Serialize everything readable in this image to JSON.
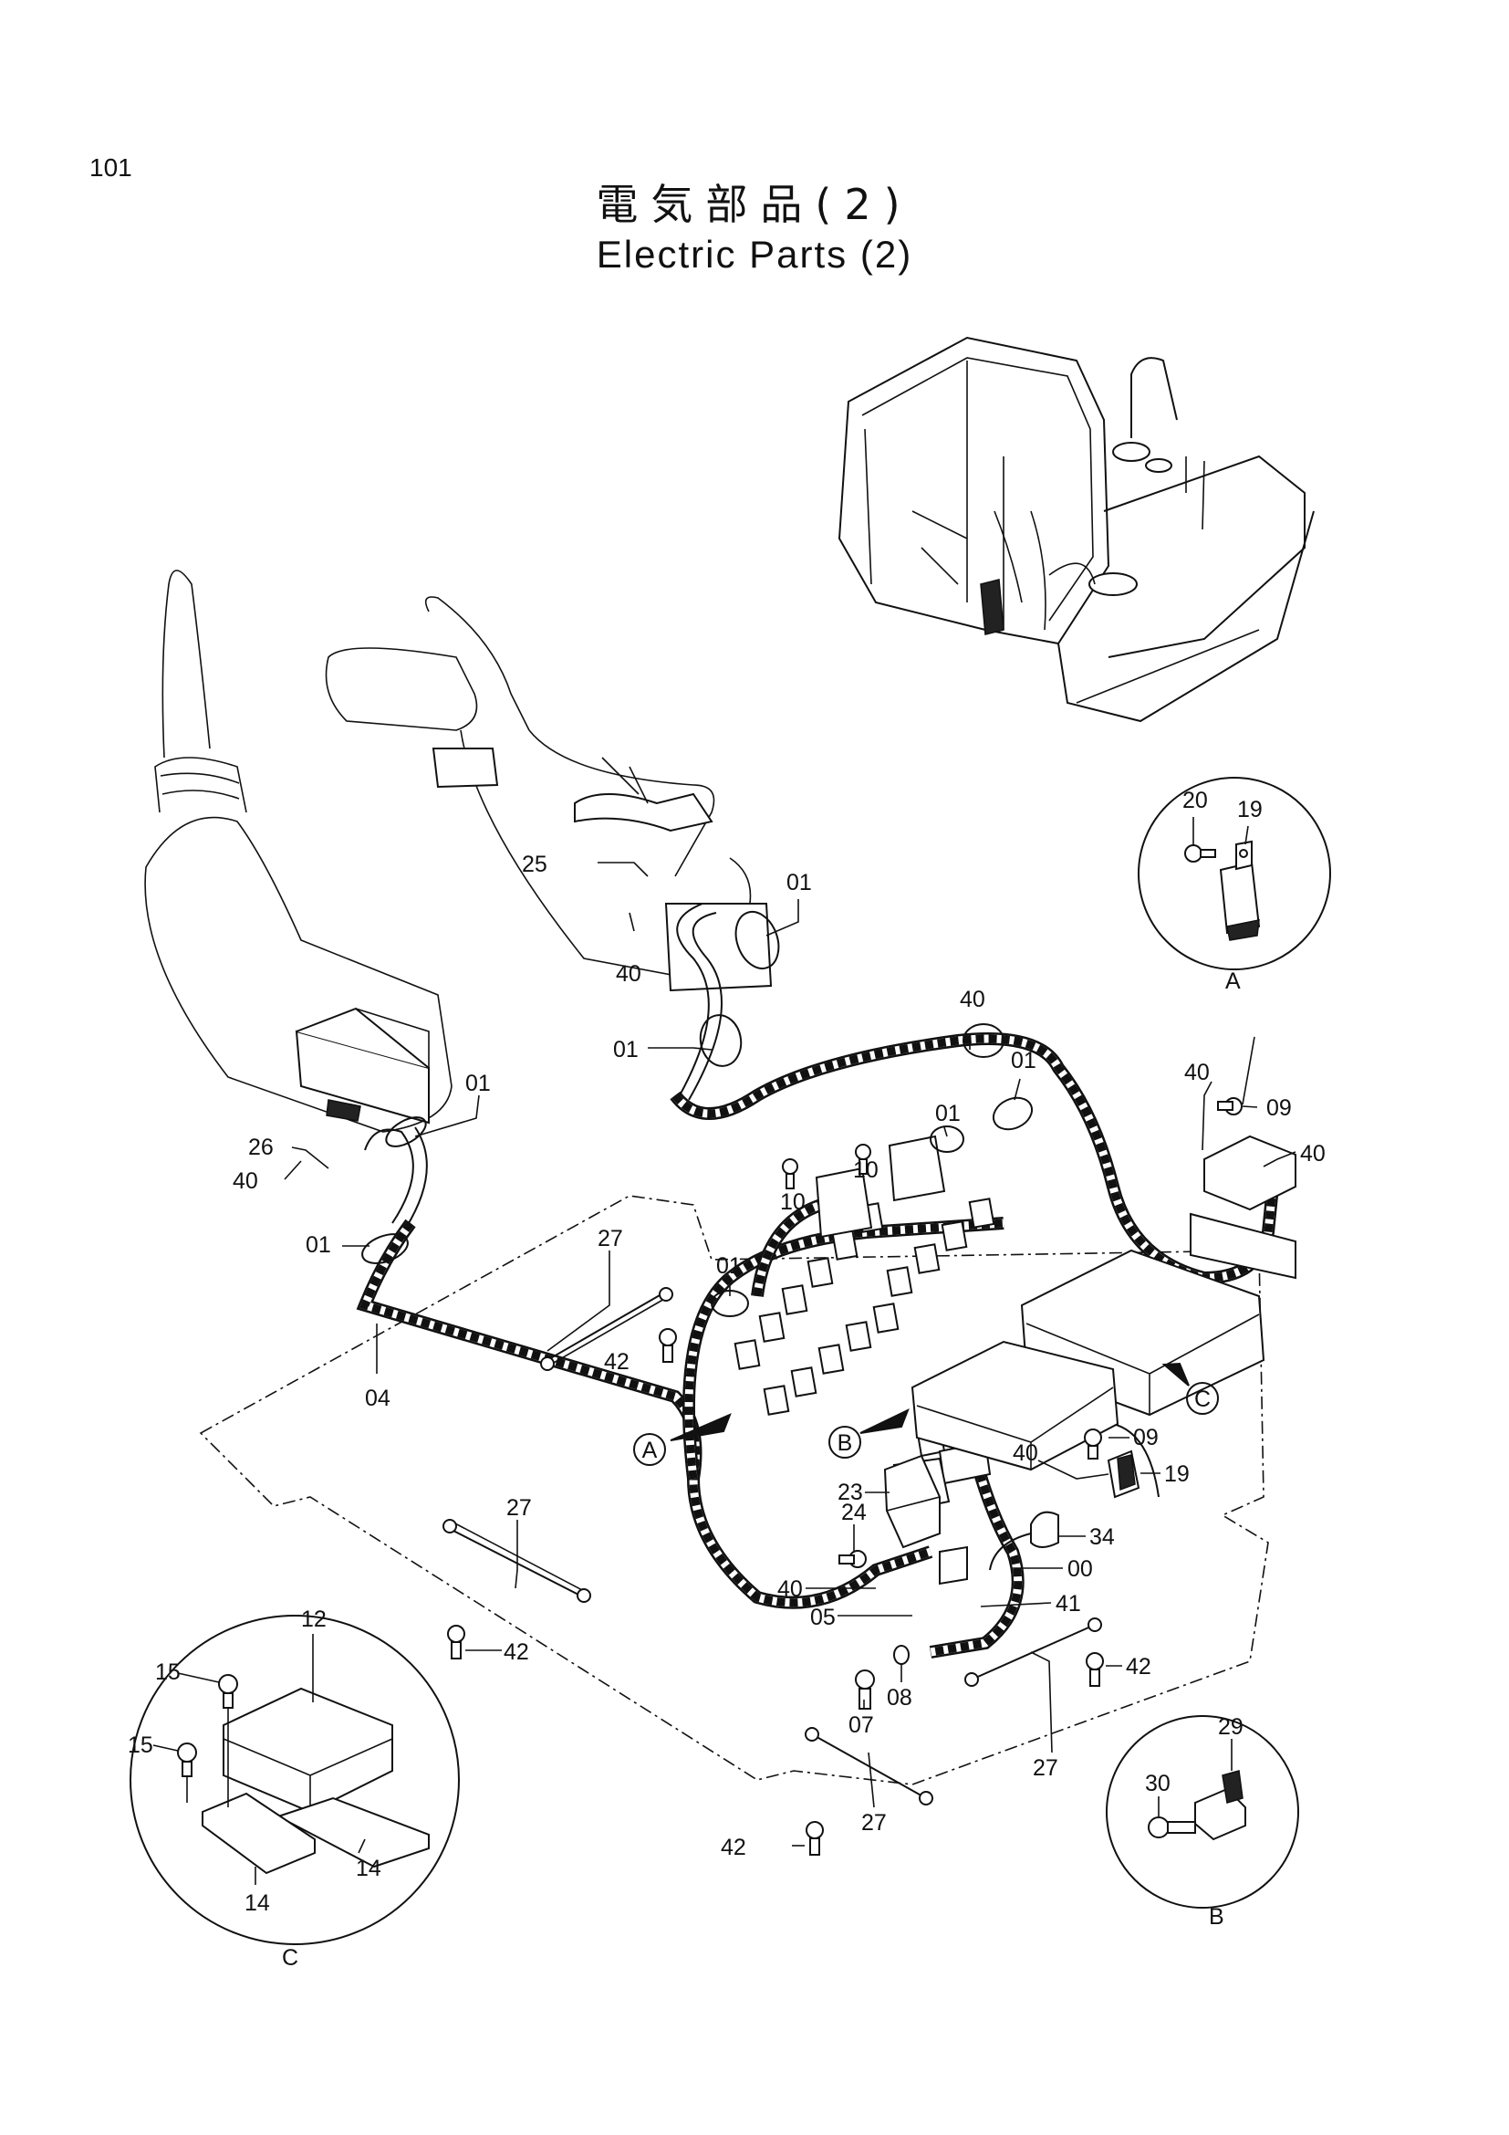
{
  "header": {
    "page_number": "101",
    "title_jp": "電気部品(2)",
    "title_en": "Electric Parts (2)"
  },
  "callouts": {
    "p00": "00",
    "p01": "01",
    "p04": "04",
    "p05": "05",
    "p07": "07",
    "p08": "08",
    "p09": "09",
    "p10": "10",
    "p12": "12",
    "p14": "14",
    "p15": "15",
    "p19": "19",
    "p20": "20",
    "p23": "23",
    "p24": "24",
    "p25": "25",
    "p26": "26",
    "p27": "27",
    "p29": "29",
    "p30": "30",
    "p34": "34",
    "p40": "40",
    "p41": "41",
    "p42": "42"
  },
  "views": {
    "A": "A",
    "B": "B",
    "C": "C"
  }
}
